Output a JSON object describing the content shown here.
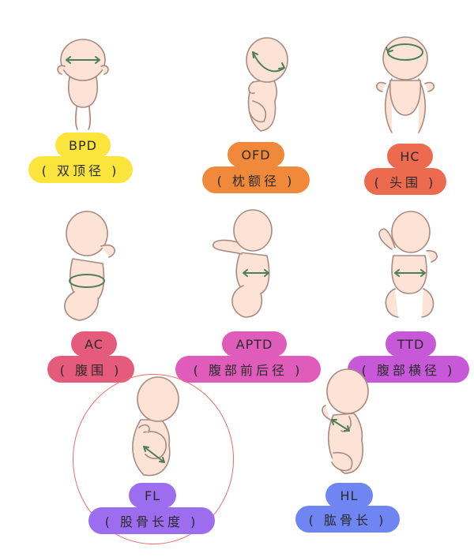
{
  "items": [
    {
      "abbr": "BPD",
      "name": "( 双顶径 )",
      "icon": "baby-head-width-icon",
      "color": "#fbe53c"
    },
    {
      "abbr": "OFD",
      "name": "( 枕额径 )",
      "icon": "baby-head-length-icon",
      "color": "#f08a3a"
    },
    {
      "abbr": "HC",
      "name": "( 头围 )",
      "icon": "baby-head-circumference-icon",
      "color": "#ec6a4e"
    },
    {
      "abbr": "AC",
      "name": "( 腹围 )",
      "icon": "baby-abdomen-circumference-icon",
      "color": "#e55b7c"
    },
    {
      "abbr": "APTD",
      "name": "( 腹部前后径 )",
      "icon": "baby-abdomen-depth-icon",
      "color": "#df5cba"
    },
    {
      "abbr": "TTD",
      "name": "( 腹部横径 )",
      "icon": "baby-abdomen-width-icon",
      "color": "#c759d9"
    },
    {
      "abbr": "FL",
      "name": "( 股骨长度 )",
      "icon": "baby-femur-length-icon",
      "color": "#9d6df0"
    },
    {
      "abbr": "HL",
      "name": "( 肱骨长 )",
      "icon": "baby-humerus-length-icon",
      "color": "#6f86f2"
    }
  ],
  "colors": {
    "skin": "#fde3d6",
    "outline": "#a88a80",
    "arrow": "#4e7f5a",
    "ring": "#ee6a66"
  }
}
